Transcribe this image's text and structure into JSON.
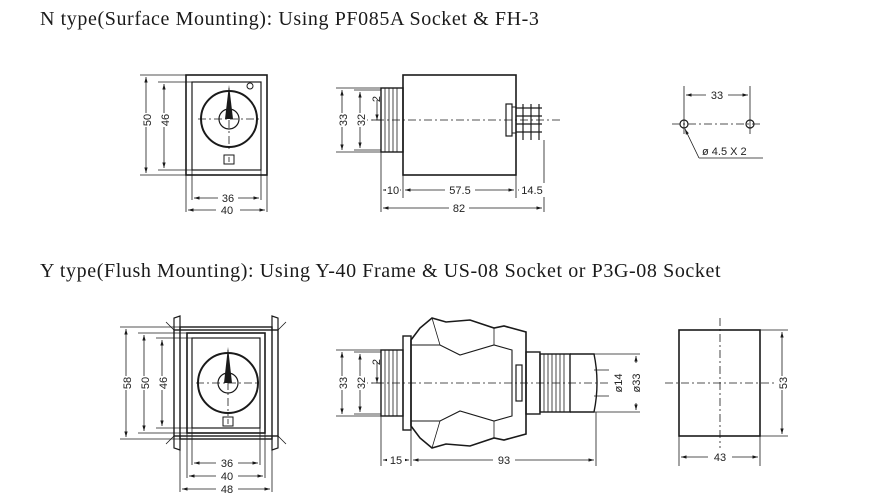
{
  "n_type": {
    "title": "N type(Surface Mounting): Using PF085A Socket & FH-3",
    "front": {
      "height_outer": "50",
      "height_inner": "46",
      "width_inner": "36",
      "width_outer": "40"
    },
    "side": {
      "height_outer": "33",
      "height_inner": "32",
      "gap": "2",
      "len_knob": "10",
      "len_body": "57.5",
      "len_pins": "14.5",
      "len_total": "82"
    },
    "panel": {
      "spacing": "33",
      "holes": "ø 4.5 X 2"
    }
  },
  "y_type": {
    "title": "Y type(Flush Mounting): Using Y-40 Frame & US-08 Socket or P3G-08 Socket",
    "front": {
      "height_frame": "58",
      "height_outer": "50",
      "height_inner": "46",
      "width_inner": "36",
      "width_outer": "40",
      "width_frame": "48"
    },
    "side": {
      "height_outer": "33",
      "height_inner": "32",
      "gap": "2",
      "len_front": "15",
      "len_body": "93",
      "dia_small": "ø14",
      "dia_large": "ø33"
    },
    "cutout": {
      "width": "43",
      "height": "53"
    }
  }
}
